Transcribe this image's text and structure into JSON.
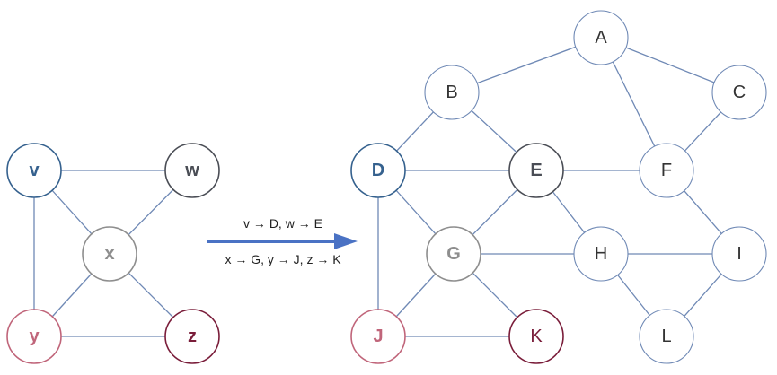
{
  "colors": {
    "edge": "#6f89b5",
    "arrow": "#4a72c4",
    "node_default_stroke": "#6f89b5",
    "node_default_text": "#333333",
    "v_color": "#35618e",
    "w_color": "#4a4d55",
    "x_color": "#8e8e8e",
    "y_color": "#c0657a",
    "z_color": "#7a1d3a"
  },
  "pattern_graph": {
    "nodes": [
      {
        "id": "v",
        "label": "v",
        "bold": true,
        "color": "v_color"
      },
      {
        "id": "w",
        "label": "w",
        "bold": true,
        "color": "w_color"
      },
      {
        "id": "x",
        "label": "x",
        "bold": true,
        "color": "x_color"
      },
      {
        "id": "y",
        "label": "y",
        "bold": true,
        "color": "y_color"
      },
      {
        "id": "z",
        "label": "z",
        "bold": true,
        "color": "z_color"
      }
    ],
    "edges": [
      [
        "v",
        "w"
      ],
      [
        "v",
        "x"
      ],
      [
        "v",
        "y"
      ],
      [
        "w",
        "x"
      ],
      [
        "x",
        "y"
      ],
      [
        "x",
        "z"
      ],
      [
        "y",
        "z"
      ]
    ]
  },
  "mapping": {
    "line1": "v → D, w → E",
    "line2": "x → G, y → J, z → K"
  },
  "target_graph": {
    "nodes": [
      {
        "id": "A",
        "label": "A",
        "bold": false,
        "color": null
      },
      {
        "id": "B",
        "label": "B",
        "bold": false,
        "color": null
      },
      {
        "id": "C",
        "label": "C",
        "bold": false,
        "color": null
      },
      {
        "id": "D",
        "label": "D",
        "bold": true,
        "color": "v_color"
      },
      {
        "id": "E",
        "label": "E",
        "bold": true,
        "color": "w_color"
      },
      {
        "id": "F",
        "label": "F",
        "bold": false,
        "color": null
      },
      {
        "id": "G",
        "label": "G",
        "bold": true,
        "color": "x_color"
      },
      {
        "id": "H",
        "label": "H",
        "bold": false,
        "color": null
      },
      {
        "id": "I",
        "label": "I",
        "bold": false,
        "color": null
      },
      {
        "id": "J",
        "label": "J",
        "bold": true,
        "color": "y_color"
      },
      {
        "id": "K",
        "label": "K",
        "bold": false,
        "color": "z_color"
      },
      {
        "id": "L",
        "label": "L",
        "bold": false,
        "color": null
      }
    ],
    "edges": [
      [
        "A",
        "B"
      ],
      [
        "A",
        "C"
      ],
      [
        "A",
        "F"
      ],
      [
        "B",
        "D"
      ],
      [
        "B",
        "E"
      ],
      [
        "C",
        "F"
      ],
      [
        "D",
        "E"
      ],
      [
        "D",
        "G"
      ],
      [
        "D",
        "J"
      ],
      [
        "E",
        "F"
      ],
      [
        "E",
        "G"
      ],
      [
        "E",
        "H"
      ],
      [
        "F",
        "I"
      ],
      [
        "G",
        "H"
      ],
      [
        "G",
        "J"
      ],
      [
        "G",
        "K"
      ],
      [
        "H",
        "I"
      ],
      [
        "H",
        "L"
      ],
      [
        "I",
        "L"
      ],
      [
        "J",
        "K"
      ]
    ]
  }
}
